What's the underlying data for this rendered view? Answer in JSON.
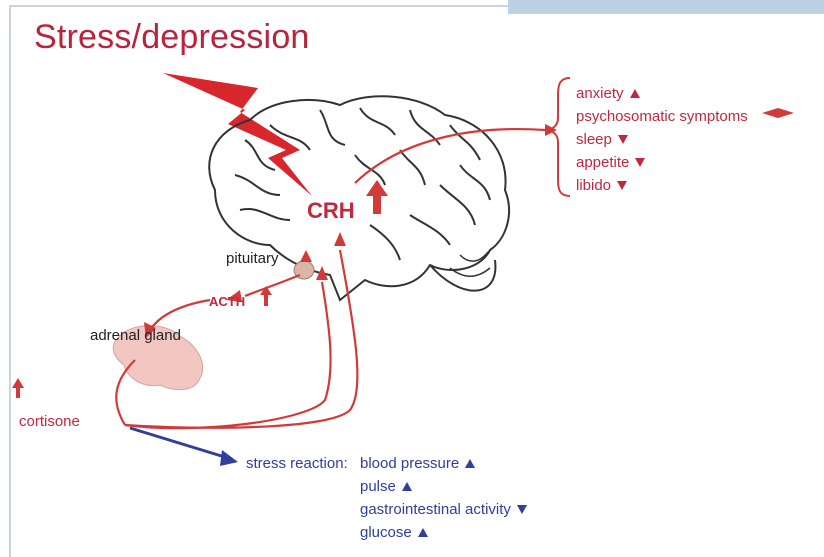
{
  "title": "Stress/depression",
  "colors": {
    "accent_red": "#c0283f",
    "accent_blue": "#2f3f9a",
    "brain_outline": "#333333",
    "gland": "#f2c7c2"
  },
  "brain_labels": {
    "crh": "CRH",
    "pituitary": "pituitary",
    "acth": "ACTH",
    "adrenal": "adrenal gland",
    "cortisone": "cortisone"
  },
  "symptoms": [
    {
      "label": "anxiety",
      "direction": "up"
    },
    {
      "label": "psychosomatic symptoms",
      "direction": ""
    },
    {
      "label": "sleep",
      "direction": "down"
    },
    {
      "label": "appetite",
      "direction": "down"
    },
    {
      "label": "libido",
      "direction": "down"
    }
  ],
  "stress_reaction": {
    "heading": "stress reaction:",
    "items": [
      {
        "label": "blood pressure",
        "direction": "up"
      },
      {
        "label": "pulse",
        "direction": "up"
      },
      {
        "label": "gastrointestinal activity",
        "direction": "down"
      },
      {
        "label": "glucose",
        "direction": "up"
      }
    ]
  },
  "icons": [
    "lightning-bolt-icon",
    "brain-illustration",
    "adrenal-gland-illustration"
  ]
}
